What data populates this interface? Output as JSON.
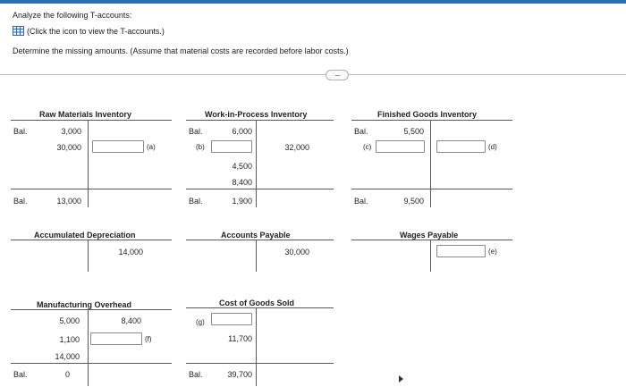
{
  "header": {
    "instruction": "Analyze the following T-accounts:",
    "link_text": "(Click the icon to view the T-accounts.)",
    "task": "Determine the missing amounts. (Assume that material costs are recorded before labor costs.)",
    "more_label": "....."
  },
  "accounts": {
    "raw_materials": {
      "title": "Raw Materials Inventory",
      "bal_label": "Bal.",
      "beg": "3,000",
      "debit2": "30,000",
      "answer_letter": "(a)",
      "end_label": "Bal.",
      "end": "13,000"
    },
    "wip": {
      "title": "Work-in-Process Inventory",
      "bal_label": "Bal.",
      "beg": "6,000",
      "b_letter": "(b)",
      "credit": "32,000",
      "d3": "4,500",
      "d4": "8,400",
      "end_label": "Bal.",
      "end": "1,900"
    },
    "finished_goods": {
      "title": "Finished Goods Inventory",
      "bal_label": "Bal.",
      "beg": "5,500",
      "c_letter": "(c)",
      "d_letter": "(d)",
      "end_label": "Bal.",
      "end": "9,500"
    },
    "accum_dep": {
      "title": "Accumulated Depreciation",
      "credit": "14,000"
    },
    "accounts_payable": {
      "title": "Accounts Payable",
      "credit": "30,000"
    },
    "wages_payable": {
      "title": "Wages Payable",
      "e_letter": "(e)"
    },
    "mfg_overhead": {
      "title": "Manufacturing Overhead",
      "d1": "5,000",
      "c1": "8,400",
      "d2": "1,100",
      "f_letter": "(f)",
      "d3": "14,000",
      "end_label": "Bal.",
      "end": "0"
    },
    "cogs": {
      "title": "Cost of Goods Sold",
      "g_letter": "(g)",
      "d2": "11,700",
      "end_label": "Bal.",
      "end": "39,700"
    }
  }
}
